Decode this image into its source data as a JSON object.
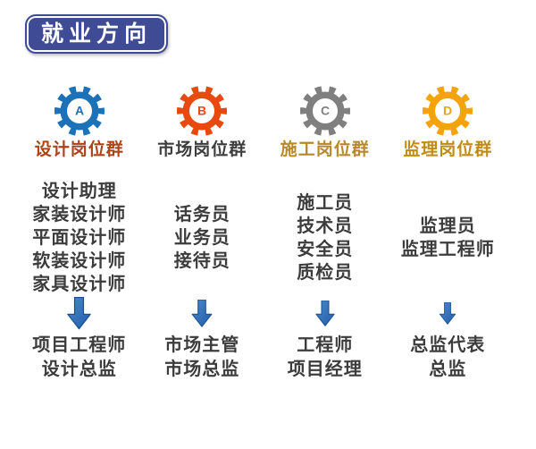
{
  "title": {
    "label": "就业方向",
    "background_color": "#3f4c95",
    "text_color": "#ffffff"
  },
  "arrow_color": "#2a68b2",
  "columns": [
    {
      "id": "design",
      "letter": "A",
      "gear_color": "#1b72b8",
      "label": "设计岗位群",
      "label_color": "#ad4418",
      "roles": [
        "设计助理",
        "家装设计师",
        "平面设计师",
        "软装设计师",
        "家具设计师"
      ],
      "advanced": [
        "项目工程师",
        "设计总监"
      ]
    },
    {
      "id": "market",
      "letter": "B",
      "gear_color": "#e8490f",
      "label": "市场岗位群",
      "label_color": "#3d3d3d",
      "roles": [
        "话务员",
        "业务员",
        "接待员"
      ],
      "advanced": [
        "市场主管",
        "市场总监"
      ]
    },
    {
      "id": "construction",
      "letter": "C",
      "gear_color": "#7f7f7f",
      "label": "施工岗位群",
      "label_color": "#b8892a",
      "roles": [
        "施工员",
        "技术员",
        "安全员",
        "质检员"
      ],
      "advanced": [
        "工程师",
        "项目经理"
      ]
    },
    {
      "id": "supervision",
      "letter": "D",
      "gear_color": "#f5a30b",
      "label": "监理岗位群",
      "label_color": "#c18c14",
      "roles": [
        "监理员",
        "监理工程师"
      ],
      "advanced": [
        "总监代表",
        "总监"
      ]
    }
  ]
}
